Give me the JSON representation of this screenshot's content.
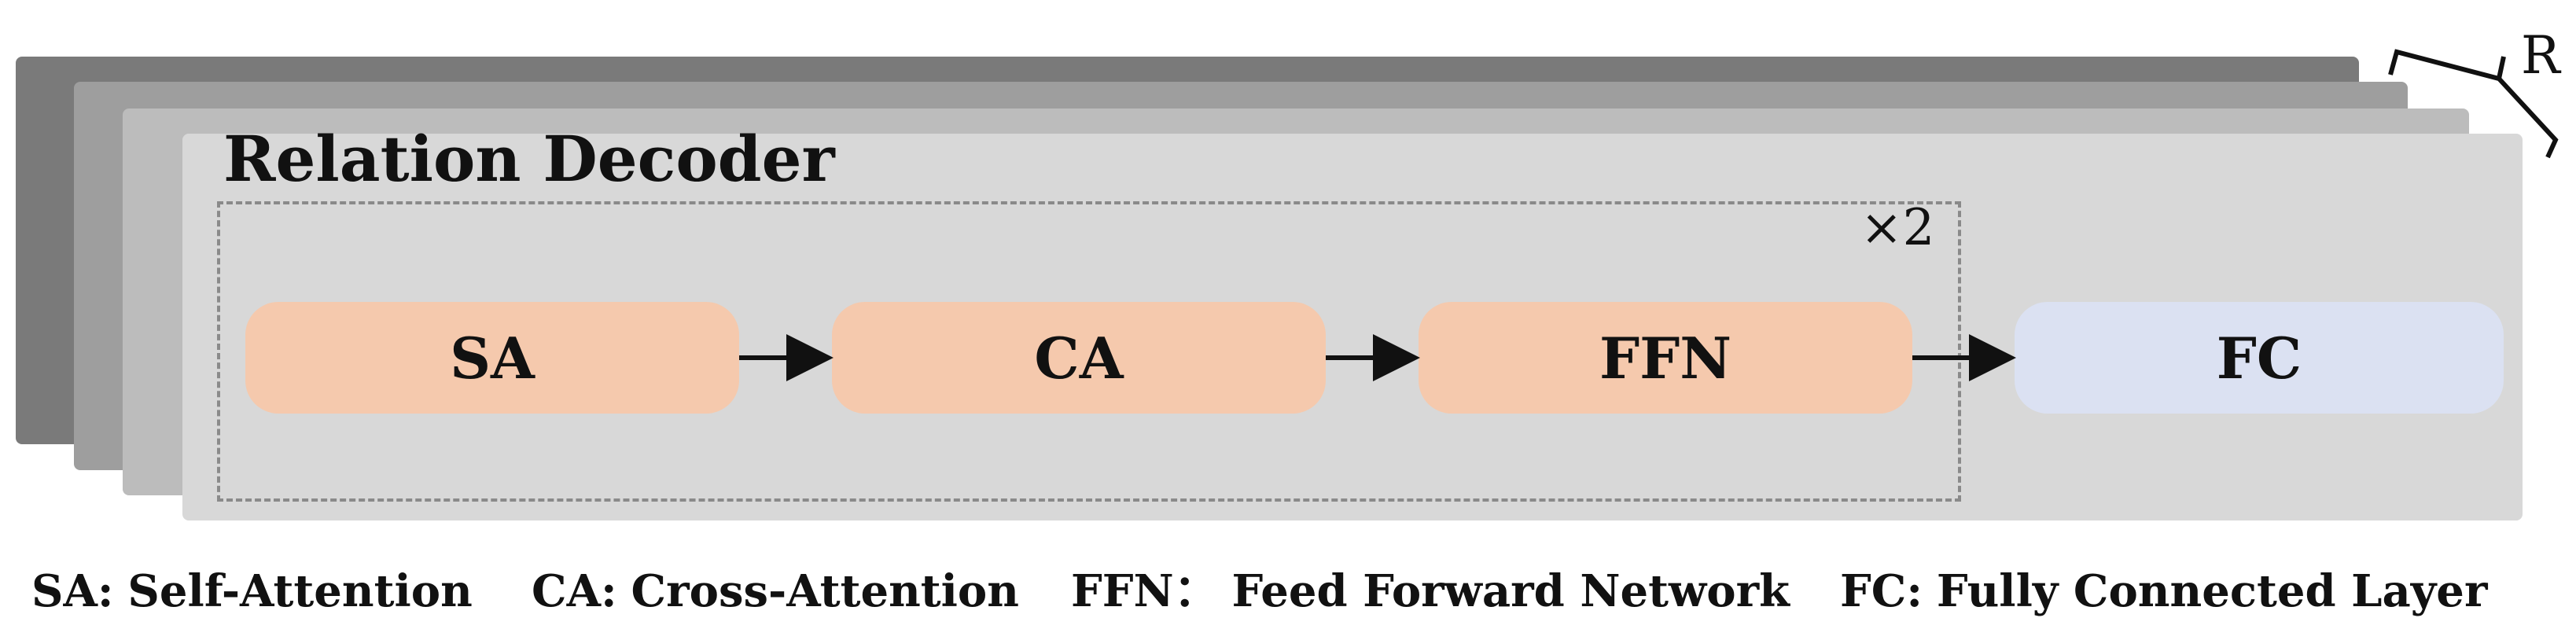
{
  "diagram": {
    "title": "Relation Decoder",
    "inner_repeat": "×2",
    "outer_repeat": "R",
    "blocks": [
      {
        "id": "sa",
        "label": "SA",
        "color": "#f5c9ad"
      },
      {
        "id": "ca",
        "label": "CA",
        "color": "#f5c9ad"
      },
      {
        "id": "ffn",
        "label": "FFN",
        "color": "#f5c9ad"
      },
      {
        "id": "fc",
        "label": "FC",
        "color": "#dbe1f2"
      }
    ],
    "connections": [
      [
        "SA",
        "CA"
      ],
      [
        "CA",
        "FFN"
      ],
      [
        "FFN",
        "FC"
      ]
    ]
  },
  "legend": [
    {
      "abbr": "SA:",
      "full": "Self-Attention"
    },
    {
      "abbr": "CA:",
      "full": "Cross-Attention"
    },
    {
      "abbr": "FFN：",
      "full": "Feed Forward Network"
    },
    {
      "abbr": "FC:",
      "full": "Fully Connected Layer"
    }
  ],
  "colors": {
    "stack_layers": [
      "#7a7a7a",
      "#9e9e9e",
      "#bcbcbc",
      "#d8d8d8"
    ],
    "attention_blocks": "#f5c9ad",
    "fc_block": "#dbe1f2"
  }
}
